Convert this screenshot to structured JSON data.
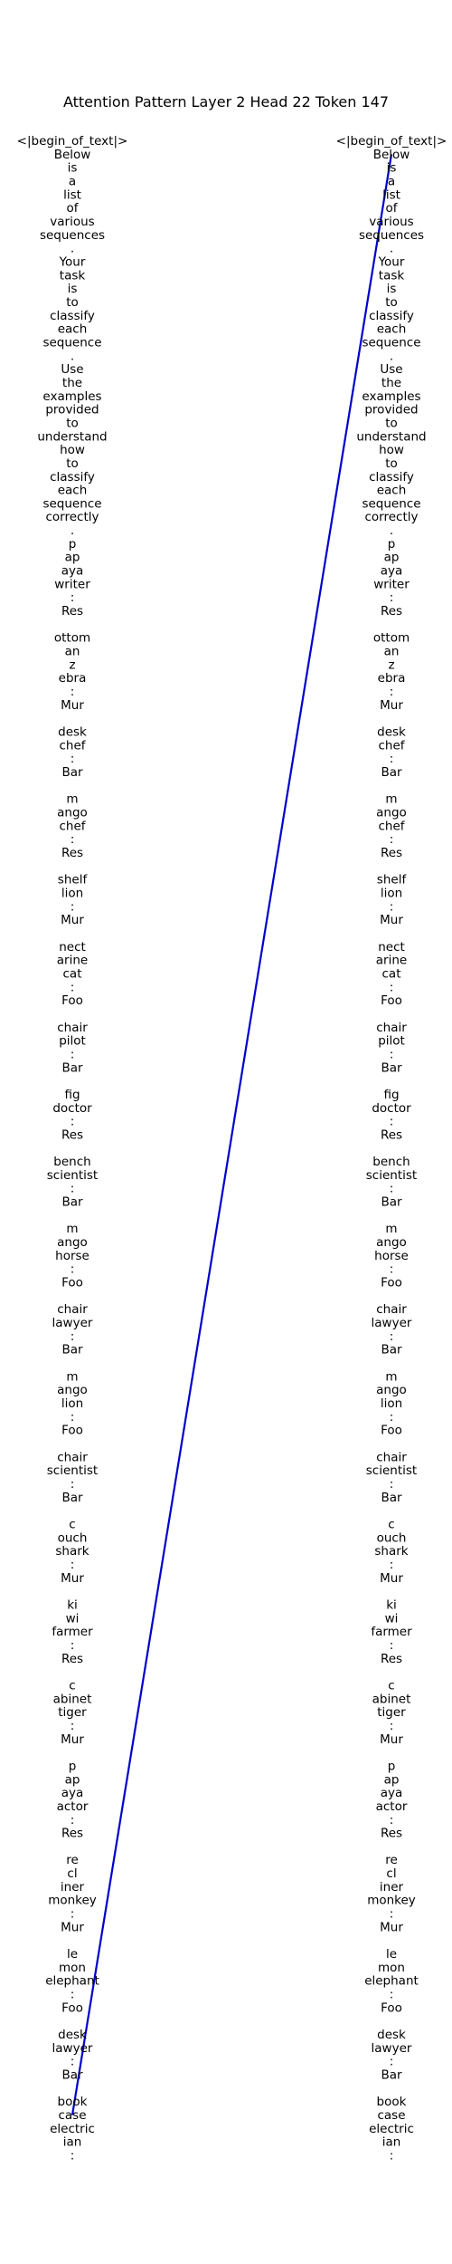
{
  "chart_data": {
    "type": "attention",
    "title": "Attention Pattern Layer 2 Head 22 Token 147",
    "line_color": "#0000cc",
    "tokens": [
      "<|begin_of_text|>",
      "Below",
      "is",
      "a",
      "list",
      "of",
      "various",
      "sequences",
      ".",
      "Your",
      "task",
      "is",
      "to",
      "classify",
      "each",
      "sequence",
      ".",
      "Use",
      "the",
      "examples",
      "provided",
      "to",
      "understand",
      "how",
      "to",
      "classify",
      "each",
      "sequence",
      "correctly",
      ".",
      "p",
      "ap",
      "aya",
      "writer",
      ":",
      "Res",
      "",
      "ottom",
      "an",
      "z",
      "ebra",
      ":",
      "Mur",
      "",
      "desk",
      "chef",
      ":",
      "Bar",
      "",
      "m",
      "ango",
      "chef",
      ":",
      "Res",
      "",
      "shelf",
      "lion",
      ":",
      "Mur",
      "",
      "nect",
      "arine",
      "cat",
      ":",
      "Foo",
      "",
      "chair",
      "pilot",
      ":",
      "Bar",
      "",
      "fig",
      "doctor",
      ":",
      "Res",
      "",
      "bench",
      "scientist",
      ":",
      "Bar",
      "",
      "m",
      "ango",
      "horse",
      ":",
      "Foo",
      "",
      "chair",
      "lawyer",
      ":",
      "Bar",
      "",
      "m",
      "ango",
      "lion",
      ":",
      "Foo",
      "",
      "chair",
      "scientist",
      ":",
      "Bar",
      "",
      "c",
      "ouch",
      "shark",
      ":",
      "Mur",
      "",
      "ki",
      "wi",
      "farmer",
      ":",
      "Res",
      "",
      "c",
      "abinet",
      "tiger",
      ":",
      "Mur",
      "",
      "p",
      "ap",
      "aya",
      "actor",
      ":",
      "Res",
      "",
      "re",
      "cl",
      "iner",
      "monkey",
      ":",
      "Mur",
      "",
      "le",
      "mon",
      "elephant",
      ":",
      "Foo",
      "",
      "desk",
      "lawyer",
      ":",
      "Bar",
      "",
      "book",
      "case",
      "electric",
      "ian",
      ":"
    ],
    "right_tokens": [
      "<|begin_of_text|>",
      "Below",
      "is",
      "a",
      "list",
      "of",
      "various",
      "sequences",
      ".",
      "Your",
      "task",
      "is",
      "to",
      "classify",
      "each",
      "sequence",
      ".",
      "Use",
      "the",
      "examples",
      "provided",
      "to",
      "understand",
      "how",
      "to",
      "classify",
      "each",
      "sequence",
      "correctly",
      ".",
      "p",
      "ap",
      "aya",
      "writer",
      ":",
      "Res",
      "",
      "ottom",
      "an",
      "z",
      "ebra",
      ":",
      "Mur",
      "",
      "desk",
      "chef",
      ":",
      "Bar",
      "",
      "m",
      "ango",
      "chef",
      ":",
      "Res",
      "",
      "shelf",
      "lion",
      ":",
      "Mur",
      "",
      "nect",
      "arine",
      "cat",
      ":",
      "Foo",
      "",
      "chair",
      "pilot",
      ":",
      "Bar",
      "",
      "fig",
      "doctor",
      ":",
      "Res",
      "",
      "bench",
      "scientist",
      ":",
      "Bar",
      "",
      "m",
      "ango",
      "horse",
      ":",
      "Foo",
      "",
      "chair",
      "lawyer",
      ":",
      "Bar",
      "",
      "m",
      "ango",
      "lion",
      ":",
      "Foo",
      "",
      "chair",
      "scientist",
      ":",
      "Bar",
      "",
      "c",
      "ouch",
      "shark",
      ":",
      "Mur",
      "",
      "ki",
      "wi",
      "farmer",
      ":",
      "Res",
      "",
      "c",
      "abinet",
      "tiger",
      ":",
      "Mur",
      "",
      "p",
      "ap",
      "aya",
      "actor",
      ":",
      "Res",
      "",
      "re",
      "cl",
      "iner",
      "monkey",
      ":",
      "Mur",
      "",
      "le",
      "mon",
      "elephant",
      ":",
      "Foo",
      "",
      "desk",
      "lawyer",
      ":",
      "Bar",
      "",
      "book",
      "case",
      "electric",
      "ian",
      ":"
    ],
    "attention_edges": [
      {
        "from_token_index": 147,
        "to_token_index": 1,
        "weight": 1.0
      }
    ]
  }
}
